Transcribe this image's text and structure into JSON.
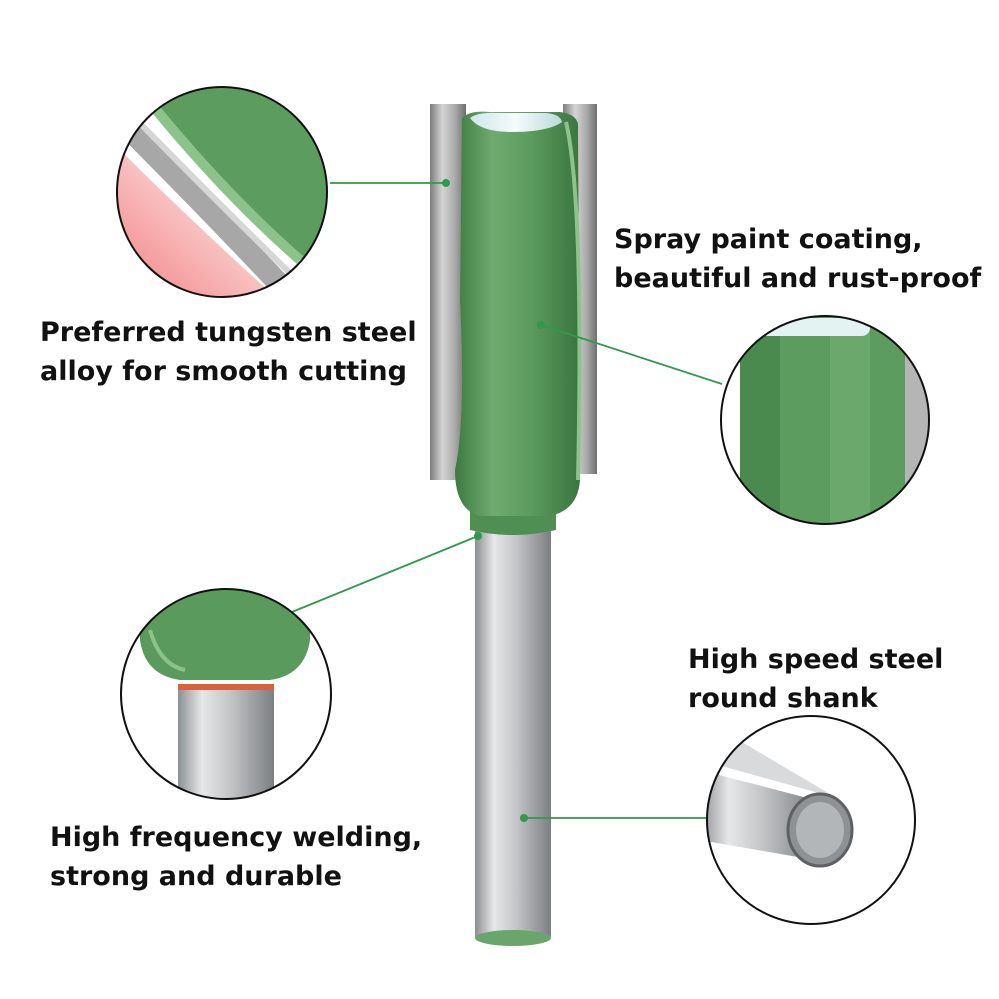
{
  "product": {
    "name": "straight router bit",
    "colors": {
      "body_green": "#5a9a5c",
      "body_green_dark": "#3f7d44",
      "body_green_light": "#7fb97e",
      "carbide_grey": "#9a9a9a",
      "shank_silver": "#c8cacc",
      "callout_line": "#2e9a4a",
      "weld_ring": "#d9623a",
      "edge_glow": "#f08585",
      "circle_border": "#111111"
    }
  },
  "callouts": [
    {
      "id": "tungsten",
      "lines": [
        "Preferred tungsten steel",
        "alloy for smooth cutting"
      ]
    },
    {
      "id": "spray",
      "lines": [
        "Spray paint coating,",
        "beautiful and rust-proof"
      ]
    },
    {
      "id": "shank",
      "lines": [
        "High speed steel",
        "round shank"
      ]
    },
    {
      "id": "weld",
      "lines": [
        "High frequency welding,",
        "strong and durable"
      ]
    }
  ]
}
